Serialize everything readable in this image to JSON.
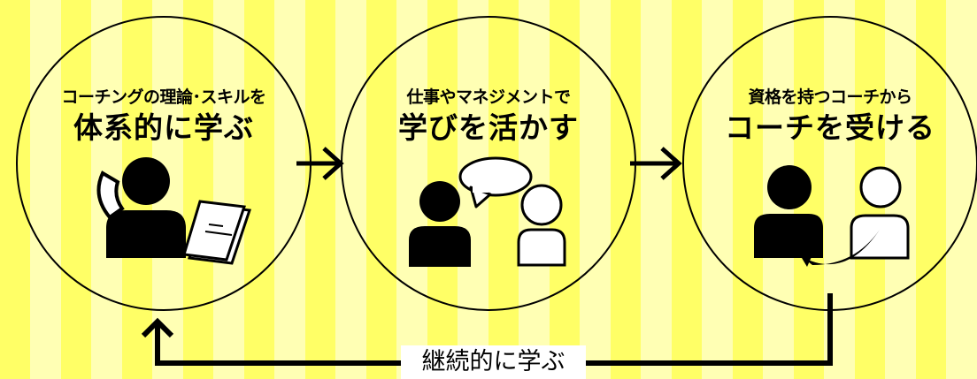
{
  "steps": [
    {
      "line1": "コーチングの理論･スキルを",
      "line2": "体系的に学ぶ",
      "icon": "person-on-phone-with-textbook"
    },
    {
      "line1": "仕事やマネジメントで",
      "line2": "学びを活かす",
      "icon": "two-people-conversation"
    },
    {
      "line1": "資格を持つコーチから",
      "line2": "コーチを受ける",
      "icon": "coach-and-client-exchange"
    }
  ],
  "loop": {
    "label": "継続的に学ぶ"
  },
  "colors": {
    "stripe_light": "#ffffb4",
    "stripe_dark": "#ffff66",
    "ink": "#000000",
    "circle_fill": "#ffffff"
  }
}
